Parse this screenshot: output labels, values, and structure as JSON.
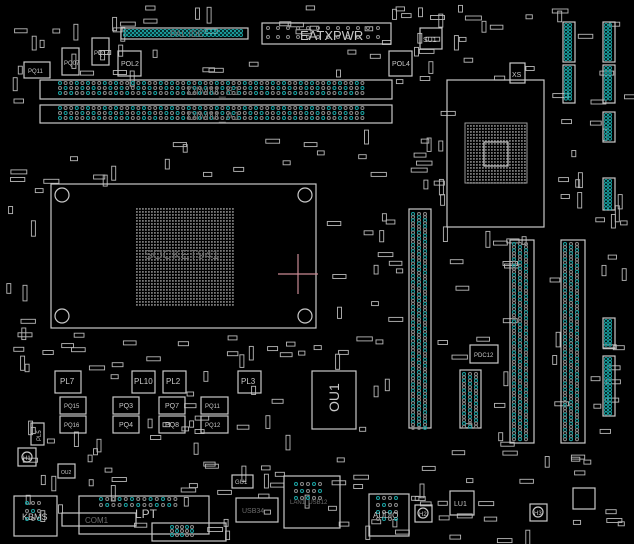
{
  "colors": {
    "background": "#000000",
    "outline": "#c8c8c8",
    "pad_teal": "#1aa3a3",
    "pad_grey": "#8a8a8a",
    "cursor": "#c98a94"
  },
  "labels": {
    "ide": "PAL IDE",
    "atx_power": "EATXPWR",
    "su1": "SU1",
    "dimm_b1": "DIMM_B1",
    "dimm_a1": "DIMM_A1",
    "socket": "SOCKET941",
    "pq11_top": "PQ11",
    "pq17": "PQ17",
    "pq07_top": "PQ07",
    "pol2": "POL2",
    "pol4": "POL4",
    "xs": "XS",
    "pl7": "PL7",
    "pl10": "PL10",
    "pl2": "PL2",
    "pl3": "PL3",
    "pq15": "PQ15",
    "pq3": "PQ3",
    "pq7": "PQ7",
    "pq11": "PQ11",
    "pq16": "PQ16",
    "pq4": "PQ4",
    "pq8": "PQ8",
    "pq12": "PQ12",
    "pl5": "PL5",
    "h1": "H1",
    "h2": "H2",
    "h3": "H3",
    "ou1": "OU1",
    "ou2": "OU2",
    "gu1": "GU1",
    "lu1": "LU1",
    "kbms": "KBMS",
    "com1": "COM1",
    "lpt": "LPT",
    "usb34": "USB34",
    "lan_usb": "LAN1_USB12",
    "audio": "AUDIO",
    "pdc12": "PDC12"
  }
}
